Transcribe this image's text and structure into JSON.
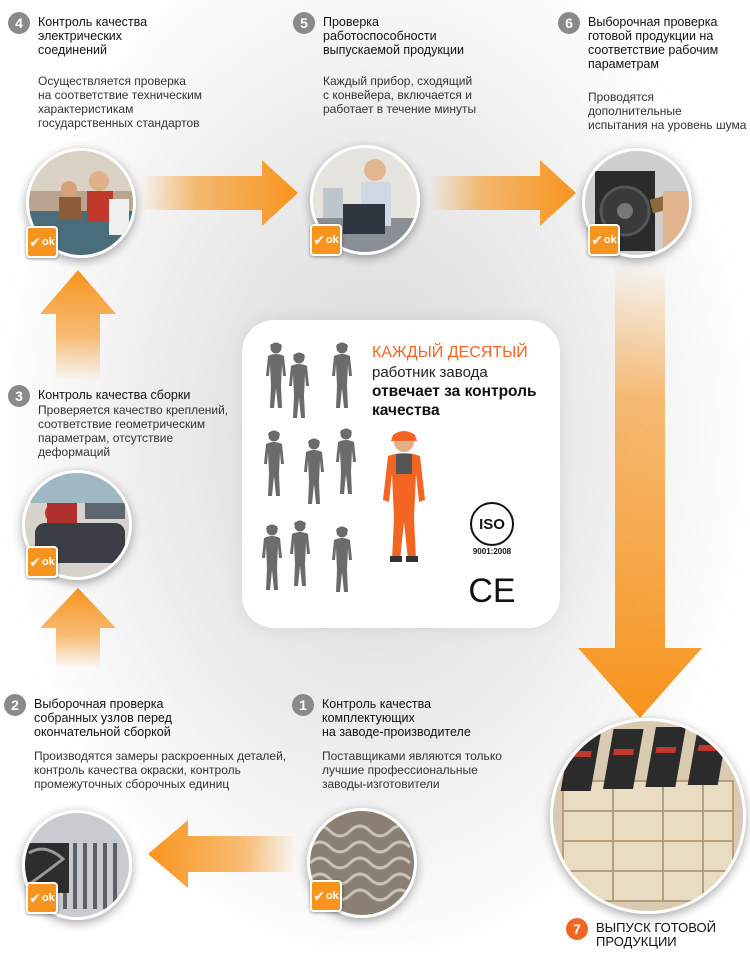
{
  "steps": [
    {
      "number": "1",
      "title": "Контроль качества\nкомплектующих\nна заводе-производителе",
      "description": "Поставщиками являются только\nлучшие профессиональные\nзаводы-изготовители"
    },
    {
      "number": "2",
      "title": "Выборочная проверка\nсобранных узлов перед\nокончательной сборкой",
      "description": "Производятся замеры раскроенных деталей,\nконтроль качества окраски, контроль\nпромежуточных сборочных единиц"
    },
    {
      "number": "3",
      "title": "Контроль качества сборки",
      "description": "Проверяется качество креплений,\nсоответствие геометрическим\nпараметрам, отсутствие\nдеформаций"
    },
    {
      "number": "4",
      "title": "Контроль качества\nэлектрических\nсоединений",
      "description": "Осуществляется проверка\nна соответствие техническим\nхарактеристикам\nгосударственных стандартов"
    },
    {
      "number": "5",
      "title": "Проверка\nработоспособности\nвыпускаемой продукции",
      "description": "Каждый прибор, сходящий\nс конвейера, включается и\nработает в течение минуты"
    },
    {
      "number": "6",
      "title": "Выборочная проверка\nготовой продукции на\nсоответствие рабочим\nпараметрам",
      "description": "Проводятся дополнительные\nиспытания на уровень шума"
    }
  ],
  "final_step": {
    "number": "7",
    "label": "ВЫПУСК ГОТОВОЙ\nПРОДУКЦИИ"
  },
  "ok_badge": "ok",
  "center": {
    "line1": "КАЖДЫЙ ДЕСЯТЫЙ",
    "line2": "работник завода",
    "line3": "отвечает за контроль",
    "line4": "качества",
    "iso_text": "ISO",
    "iso_standard": "9001:2008",
    "ce_mark": "CE"
  },
  "colors": {
    "accent": "#f7941d",
    "accent_dark": "#f26522",
    "step_circle": "#8a8a8a",
    "worker_gray": "#6b6b6b"
  },
  "icons": [
    "ok-check-icon",
    "worker-icon",
    "iso-logo-icon",
    "ce-mark-icon",
    "flow-arrow-icon"
  ]
}
